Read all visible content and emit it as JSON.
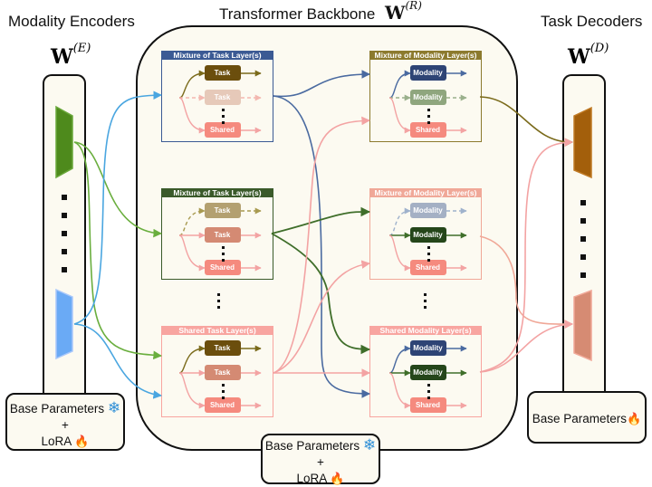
{
  "titles": {
    "encoders": "Modality Encoders",
    "backbone": "Transformer Backbone",
    "decoders": "Task Decoders"
  },
  "weights": {
    "encoder": {
      "symbol": "W",
      "superscript": "(E)"
    },
    "backbone": {
      "symbol": "W",
      "superscript": "(R)"
    },
    "decoder": {
      "symbol": "W",
      "superscript": "(D)"
    }
  },
  "param_boxes": {
    "encoder": {
      "line1": "Base Parameters",
      "plus": "+",
      "line2": "LoRA",
      "icons": [
        "snowflake-icon",
        "flame-icon"
      ]
    },
    "backbone": {
      "line1": "Base Parameters",
      "plus": "+",
      "line2": "LoRA",
      "icons": [
        "snowflake-icon",
        "flame-icon"
      ]
    },
    "decoder": {
      "line1": "Base Parameters",
      "icons": [
        "flame-icon"
      ]
    }
  },
  "glyphs": {
    "snowflake": "❄",
    "flame": "🔥"
  },
  "colors": {
    "encoder_green": "#4e8a1c",
    "encoder_blue": "#6aaaf5",
    "decoder_brown": "#a35f0b",
    "decoder_salmon": "#d68b73",
    "wire_blue": "#4a6aa0",
    "wire_green": "#3f6e2a",
    "wire_olive": "#7a6a1a",
    "wire_pink": "#f3a3a3",
    "wire_lightblue": "#4aa6e0",
    "wire_lightgreen": "#6aae3e"
  },
  "layers": [
    {
      "id": "task-mix-1",
      "title": "Mixture of Task Layer(s)",
      "color": "#3b5a94",
      "experts": [
        {
          "label": "Task",
          "color": "#6b4e0d",
          "route": "solid",
          "route_color": "#7a6a1a"
        },
        {
          "label": "Task",
          "color": "#e6c9b9",
          "route": "dashed",
          "route_color": "#f3b8b0"
        },
        {
          "label": "Shared",
          "color": "#f58a7e",
          "route": "solid",
          "route_color": "#f3a3a3"
        }
      ]
    },
    {
      "id": "modality-mix-1",
      "title": "Mixture of Modality Layer(s)",
      "color": "#8c7a2e",
      "experts": [
        {
          "label": "Modality",
          "color": "#2e4475",
          "route": "solid",
          "route_color": "#4a6aa0"
        },
        {
          "label": "Modality",
          "color": "#8fa67e",
          "route": "dashed",
          "route_color": "#9ab08c"
        },
        {
          "label": "Shared",
          "color": "#f58a7e",
          "route": "solid",
          "route_color": "#f3a3a3"
        }
      ]
    },
    {
      "id": "task-mix-2",
      "title": "Mixture of Task Layer(s)",
      "color": "#3a5a2a",
      "experts": [
        {
          "label": "Task",
          "color": "#b3a070",
          "route": "dashed",
          "route_color": "#a89a50"
        },
        {
          "label": "Task",
          "color": "#d48a73",
          "route": "solid",
          "route_color": "#f3a3a3"
        },
        {
          "label": "Shared",
          "color": "#f58a7e",
          "route": "solid",
          "route_color": "#f3a3a3"
        }
      ]
    },
    {
      "id": "modality-mix-2",
      "title": "Mixture of Modality Layer(s)",
      "color": "#f0a898",
      "experts": [
        {
          "label": "Modality",
          "color": "#a4b0c4",
          "route": "dashed",
          "route_color": "#9fb2cc"
        },
        {
          "label": "Modality",
          "color": "#25461a",
          "route": "solid",
          "route_color": "#3f6e2a"
        },
        {
          "label": "Shared",
          "color": "#f58a7e",
          "route": "solid",
          "route_color": "#f3a3a3"
        }
      ]
    },
    {
      "id": "task-shared",
      "title": "Shared Task Layer(s)",
      "color": "#f8a5a0",
      "experts": [
        {
          "label": "Task",
          "color": "#6b4e0d",
          "route": "solid",
          "route_color": "#7a6a1a"
        },
        {
          "label": "Task",
          "color": "#d48a73",
          "route": "solid",
          "route_color": "#f3a3a3"
        },
        {
          "label": "Shared",
          "color": "#f58a7e",
          "route": "solid",
          "route_color": "#f3a3a3"
        }
      ]
    },
    {
      "id": "modality-shared",
      "title": "Shared Modality Layer(s)",
      "color": "#f8a5a0",
      "experts": [
        {
          "label": "Modality",
          "color": "#2e4475",
          "route": "solid",
          "route_color": "#4a6aa0"
        },
        {
          "label": "Modality",
          "color": "#25461a",
          "route": "solid",
          "route_color": "#3f6e2a"
        },
        {
          "label": "Shared",
          "color": "#f58a7e",
          "route": "solid",
          "route_color": "#f3a3a3"
        }
      ]
    }
  ]
}
